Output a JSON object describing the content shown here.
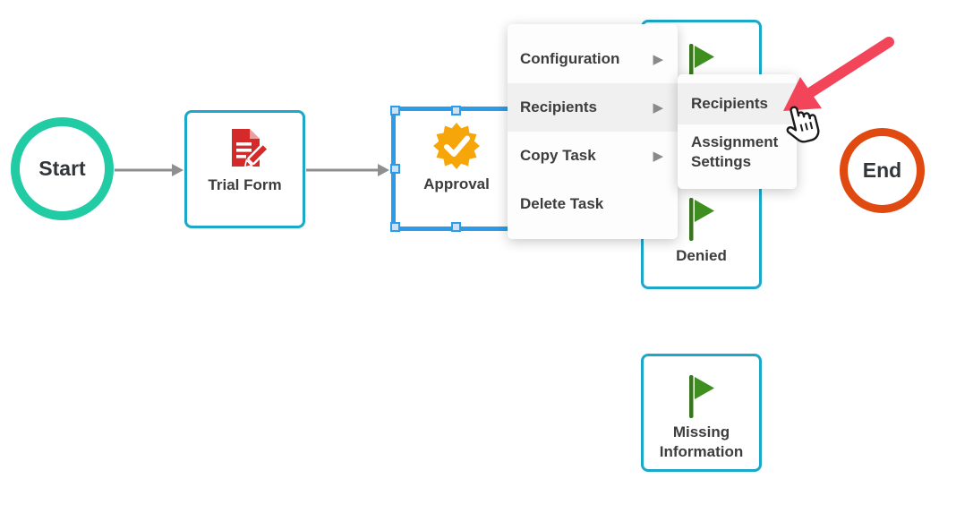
{
  "app": {
    "view": "workflow-designer-canvas"
  },
  "nodes": {
    "start": {
      "label": "Start",
      "shape": "circle",
      "border_color": "#21cba4"
    },
    "trial_form": {
      "label": "Trial Form",
      "icon": "document-edit-icon",
      "icon_color": "#d42a2a",
      "border_color": "#1ca9c9"
    },
    "approval": {
      "label": "Approval",
      "icon": "verified-badge-icon",
      "icon_color": "#f7a60a",
      "selected": true,
      "selection_color": "#2d9ce8"
    },
    "outcome_top": {
      "icon": "flag-icon",
      "icon_color": "#3e8e20",
      "border_color": "#1ca9c9",
      "label_visible": false
    },
    "denied": {
      "label": "Denied",
      "icon": "flag-icon",
      "icon_color": "#3e8e20",
      "border_color": "#1ca9c9"
    },
    "missing_information": {
      "label": "Missing Information",
      "icon": "flag-icon",
      "icon_color": "#3e8e20",
      "border_color": "#1ca9c9"
    },
    "end": {
      "label": "End",
      "shape": "circle",
      "border_color": "#e0490f"
    }
  },
  "context_menu": {
    "items": [
      {
        "label": "Configuration",
        "has_submenu": true,
        "highlighted": false
      },
      {
        "label": "Recipients",
        "has_submenu": true,
        "highlighted": true
      },
      {
        "label": "Copy Task",
        "has_submenu": true,
        "highlighted": false
      },
      {
        "label": "Delete Task",
        "has_submenu": false,
        "highlighted": false
      }
    ]
  },
  "submenu": {
    "items": [
      {
        "label": "Recipients",
        "highlighted": true
      },
      {
        "label": "Assignment Settings",
        "highlighted": false
      }
    ]
  },
  "glyphs": {
    "submenu_arrow": "▶"
  },
  "annotation": {
    "arrow_color": "#f2455a",
    "cursor": "hand-pointer-cursor"
  },
  "colors": {
    "connector_gray": "#8f8f8f",
    "menu_highlight": "#f0f0f1",
    "text_dark": "#3d3d3d",
    "node_border_cyan": "#1ca9c9",
    "selection_blue": "#2d9ce8",
    "start_teal": "#21cba4",
    "end_orange": "#e0490f",
    "flag_green": "#3e8e20",
    "doc_red": "#d42a2a",
    "badge_orange": "#f7a60a",
    "annotation_red": "#f2455a"
  }
}
